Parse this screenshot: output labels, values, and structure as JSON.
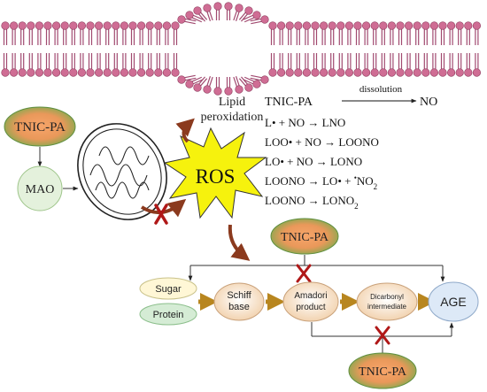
{
  "colors": {
    "membrane_head": "#cf6d94",
    "membrane_head_edge": "#8e3a5c",
    "membrane_tail": "#a14a70",
    "tnic_fill_center": "#f5a267",
    "tnic_fill_edge": "#79b24f",
    "mao_fill": "#e4f1dc",
    "ros_fill": "#f6f20d",
    "brown_arrow": "#8b3a1e",
    "sugar_fill": "#fff7d6",
    "protein_fill": "#d5ecd5",
    "schiff_fill": "#f6d8b6",
    "amadori_fill": "#f8dec8",
    "dicarbonyl_fill": "#fde2c9",
    "age_fill": "#dde9f7",
    "flow_arrow": "#b8861f",
    "red_x": "#b01818"
  },
  "labels": {
    "tnic_top_left": "TNIC-PA",
    "mao": "MAO",
    "lipid_line1": "Lipid",
    "lipid_line2": "peroxidation",
    "ros": "ROS",
    "tnic_middle": "TNIC-PA",
    "tnic_bottom": "TNIC-PA",
    "sugar": "Sugar",
    "protein": "Protein",
    "schiff_line1": "Schiff",
    "schiff_line2": "base",
    "amadori_line1": "Amadori",
    "amadori_line2": "product",
    "dicarbonyl_line1": "Dicarbonyl",
    "dicarbonyl_line2": "intermediate",
    "age": "AGE"
  },
  "reactions": {
    "r1_left": "TNIC-PA",
    "r1_over_arrow": "dissolution",
    "r1_right": "NO",
    "r2": "L• + NO → LNO",
    "r3": "LOO• + NO → LOONO",
    "r4": "LO• + NO → LONO",
    "r5_left": "LOONO → LO• + ",
    "r5_radical": "•",
    "r5_no": "NO",
    "r5_sub": "2",
    "r6_main": "LOONO → LONO",
    "r6_sub": "2"
  }
}
